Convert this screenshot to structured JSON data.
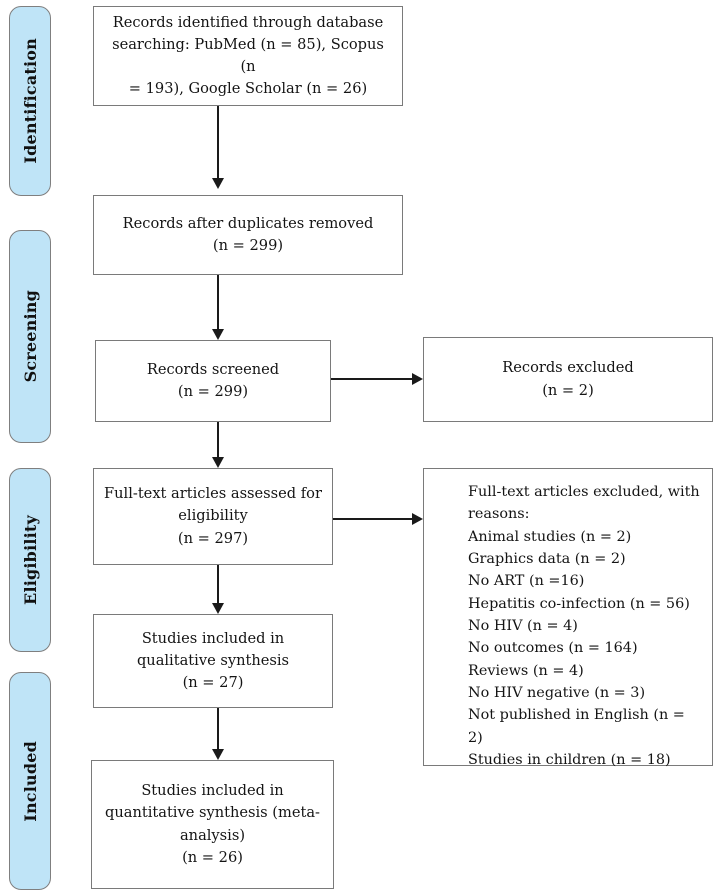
{
  "diagram": {
    "title": "PRISMA flow diagram",
    "type": "flowchart",
    "accent_color": "#bfe4f7",
    "border_color": "#7a7a7a",
    "text_color": "#141414"
  },
  "stages": [
    {
      "label": "Identification"
    },
    {
      "label": "Screening"
    },
    {
      "label": "Eligibility"
    },
    {
      "label": "Included"
    }
  ],
  "boxes": {
    "identified": {
      "text": "Records identified through database\nsearching: PubMed (n = 85), Scopus (n\n= 193), Google Scholar (n = 26)"
    },
    "duplicates_removed": {
      "text": "Records after duplicates removed\n(n =   299)"
    },
    "screened": {
      "text": "Records screened\n(n = 299)"
    },
    "records_excluded": {
      "text": "Records excluded\n(n = 2)"
    },
    "full_text_assessed": {
      "text": "Full-text articles assessed for\neligibility\n(n = 297)"
    },
    "full_text_excluded": {
      "text": "Full-text articles excluded, with\nreasons:\nAnimal studies (n = 2)\nGraphics data (n = 2)\nNo ART (n =16)\nHepatitis co-infection (n = 56)\nNo HIV (n = 4)\nNo outcomes (n = 164)\nReviews (n = 4)\nNo HIV negative (n = 3)\nNot published in English (n = 2)\nStudies in children (n = 18)"
    },
    "qualitative": {
      "text": "Studies included in\nqualitative synthesis\n(n = 27)"
    },
    "quantitative": {
      "text": "Studies included in\nquantitative synthesis (meta-\nanalysis)\n(n = 26)"
    }
  },
  "counts": {
    "pubmed": 85,
    "scopus": 193,
    "google_scholar": 26,
    "after_duplicates": 299,
    "screened": 299,
    "records_excluded": 2,
    "full_text_assessed": 297,
    "qualitative_included": 27,
    "quantitative_included": 26,
    "exclusion_reasons": [
      {
        "reason": "Animal studies",
        "n": 2
      },
      {
        "reason": "Graphics data",
        "n": 2
      },
      {
        "reason": "No ART",
        "n": 16
      },
      {
        "reason": "Hepatitis co-infection",
        "n": 56
      },
      {
        "reason": "No HIV",
        "n": 4
      },
      {
        "reason": "No outcomes",
        "n": 164
      },
      {
        "reason": "Reviews",
        "n": 4
      },
      {
        "reason": "No HIV negative",
        "n": 3
      },
      {
        "reason": "Not published in English",
        "n": 2
      },
      {
        "reason": "Studies in children",
        "n": 18
      }
    ]
  }
}
